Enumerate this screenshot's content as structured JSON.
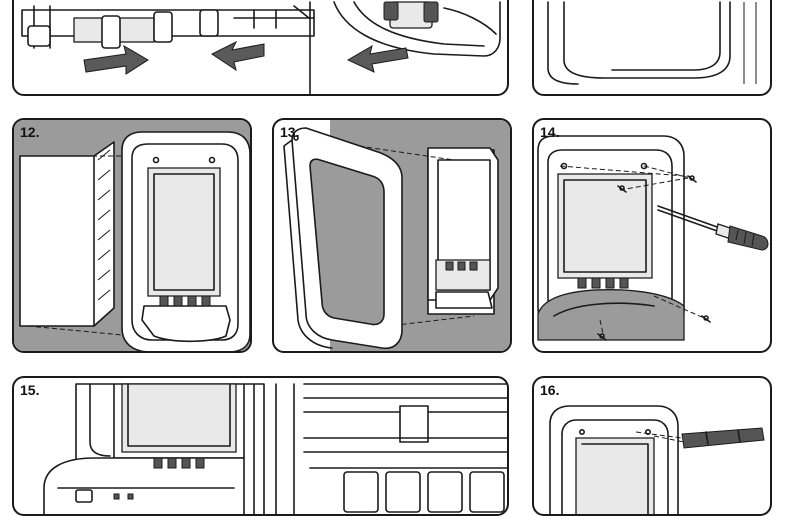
{
  "panels": [
    {
      "id": "p10"
    },
    {
      "id": "p11"
    },
    {
      "id": "p11b"
    },
    {
      "step": "12.",
      "id": "p12"
    },
    {
      "step": "13.",
      "id": "p13"
    },
    {
      "step": "14.",
      "id": "p14"
    },
    {
      "step": "15.",
      "id": "p15"
    },
    {
      "step": "16.",
      "id": "p16"
    }
  ],
  "colors": {
    "wall": "#9b9b9b",
    "line": "#1b1b1b",
    "arrow": "#5a5a5a"
  }
}
